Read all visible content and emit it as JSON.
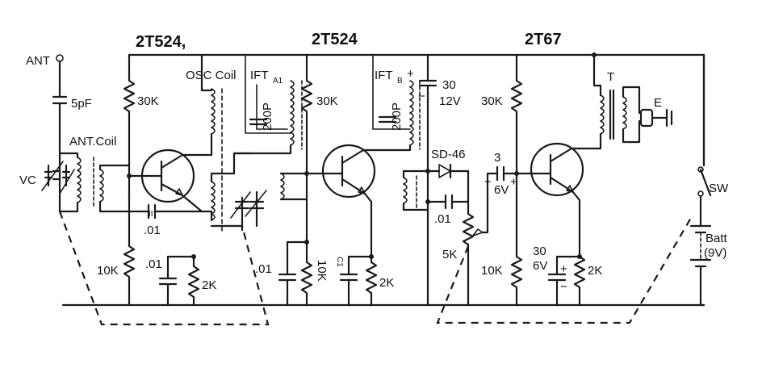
{
  "transistors": {
    "q1": "2T524,",
    "q2": "2T524",
    "q3": "2T67"
  },
  "labels": {
    "ant": "ANT",
    "c_ant": "5pF",
    "ant_coil": "ANT.Coil",
    "vc": "VC",
    "osc_coil": "OSC Coil",
    "ift_a": "IFT",
    "ift_a_sub": "A1",
    "ift_b": "IFT",
    "ift_b_sub": "B",
    "ift_b_plus": "+",
    "c_ift_a": "200P",
    "c_ift_b": "200P",
    "r1": "30K",
    "r2": "30K",
    "r3": "30K",
    "c_q1": ".01",
    "c_q1_mark": "II",
    "r4": "10K",
    "c_e1": ".01",
    "r5": "2K",
    "c_b2": ".01",
    "r6": "10K",
    "c_e2_label": "C1",
    "r7": "2K",
    "c_filter": "30",
    "v_filter": "12V",
    "diode": "SD-46",
    "c_det": ".01",
    "pot": "5K",
    "c_cpl": "3",
    "v_cpl": "6V",
    "r8": "10K",
    "c_e3": "30",
    "v_e3": "6V",
    "r9": "2K",
    "transformer": "T",
    "earphone": "E",
    "switch": "SW",
    "batt": "Batt",
    "batt_v": "(9V)",
    "minus": "−",
    "plus": "+"
  }
}
